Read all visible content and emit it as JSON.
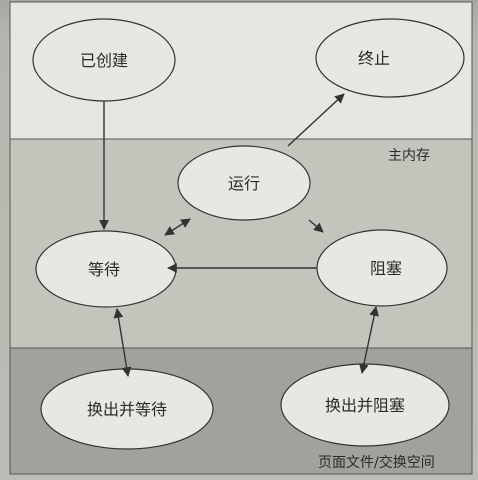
{
  "regions": {
    "main_memory": "主内存",
    "swap": "页面文件/交换空间"
  },
  "states": {
    "created": "已创建",
    "terminated": "终止",
    "running": "运行",
    "waiting": "等待",
    "blocked": "阻塞",
    "swapped_waiting": "换出并等待",
    "swapped_blocked": "换出并阻塞"
  },
  "colors": {
    "top_region": "#e6e6e2",
    "middle_region": "#c4c4bd",
    "bottom_region": "#a2a29c",
    "ellipse_fill": "#e8e8e3",
    "stroke": "#333333"
  }
}
